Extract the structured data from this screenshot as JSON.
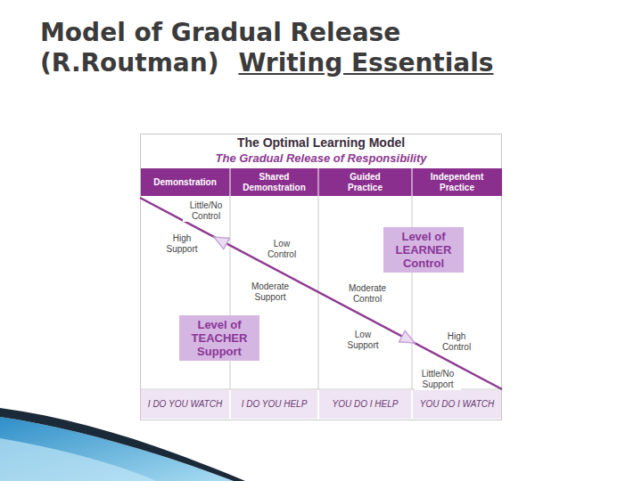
{
  "diagram": {
    "title": "Model of Gradual Release (R.Routman)",
    "nodes": [
      {
        "text": [
          "Level of LEARNER Control"
        ]
      },
      {
        "text": [
          "Level of TEACHER Support"
        ]
      }
    ],
    "labels": [
      "Writing Essentials",
      "The Optimal Learning Model",
      "The Gradual Release of Responsibility",
      "Demonstration",
      "Shared Demonstration",
      "Guided Practice",
      "Independent Practice",
      "Little/No Control",
      "High Support",
      "Low Control",
      "Moderate Support",
      "Moderate Control",
      "Low Support",
      "High Control",
      "Little/No Support",
      "I DO YOU WATCH",
      "I DO YOU HELP",
      "YOU DO I HELP",
      "YOU DO I WATCH"
    ]
  }
}
